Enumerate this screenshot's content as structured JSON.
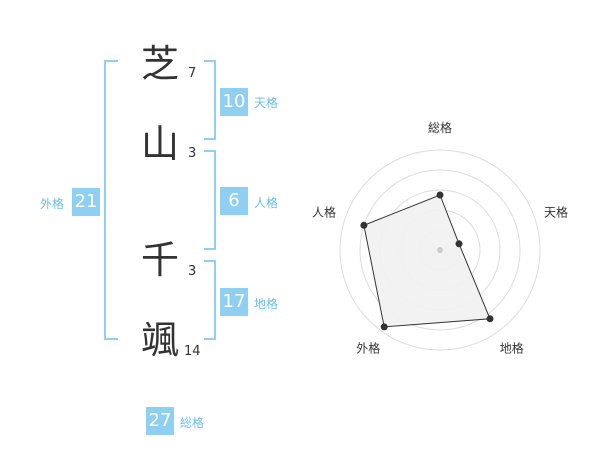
{
  "name": {
    "chars": [
      {
        "char": "芝",
        "strokes": "7"
      },
      {
        "char": "山",
        "strokes": "3"
      },
      {
        "char": "千",
        "strokes": "3"
      },
      {
        "char": "颯",
        "strokes": "14"
      }
    ]
  },
  "scores": {
    "tenkaku": {
      "value": "10",
      "label": "天格"
    },
    "jinkaku": {
      "value": "6",
      "label": "人格"
    },
    "chikaku": {
      "value": "17",
      "label": "地格"
    },
    "gaikaku": {
      "value": "21",
      "label": "外格"
    },
    "soukaku": {
      "value": "27",
      "label": "総格"
    }
  },
  "colors": {
    "badge": "#8fd0f2",
    "label": "#6bbfe9",
    "text": "#333333",
    "radar_fill": "#f1f1f1",
    "radar_ring": "#dddddd"
  },
  "chart_data": {
    "type": "radar",
    "axes": [
      "総格",
      "天格",
      "地格",
      "外格",
      "人格"
    ],
    "values": [
      0.55,
      0.2,
      0.85,
      0.95,
      0.8
    ],
    "range": [
      0,
      1
    ],
    "rings": 5
  }
}
